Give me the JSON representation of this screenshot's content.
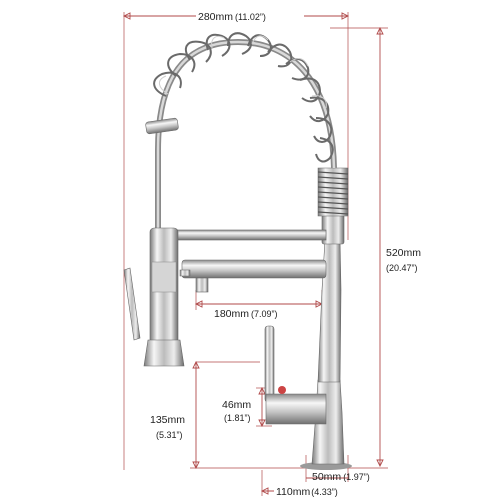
{
  "dimensions": {
    "width_total": {
      "metric": "280mm",
      "imperial": "(11.02”)"
    },
    "height_total": {
      "metric": "520mm",
      "imperial": "(20.47”)"
    },
    "spout_reach": {
      "metric": "180mm",
      "imperial": "(7.09”)"
    },
    "handle_height": {
      "metric": "46mm",
      "imperial": "(1.81”)"
    },
    "clearance": {
      "metric": "135mm",
      "imperial": "(5.31”)"
    },
    "base_diameter": {
      "metric": "50mm",
      "imperial": "(1.97”)"
    },
    "base_depth": {
      "metric": "110mm",
      "imperial": "(4.33”)"
    }
  },
  "colors": {
    "dimension_line": "#b04a4a",
    "chrome_light": "#f4f4f4",
    "chrome_mid": "#b9b9b9",
    "chrome_dark": "#6e6e6e"
  }
}
